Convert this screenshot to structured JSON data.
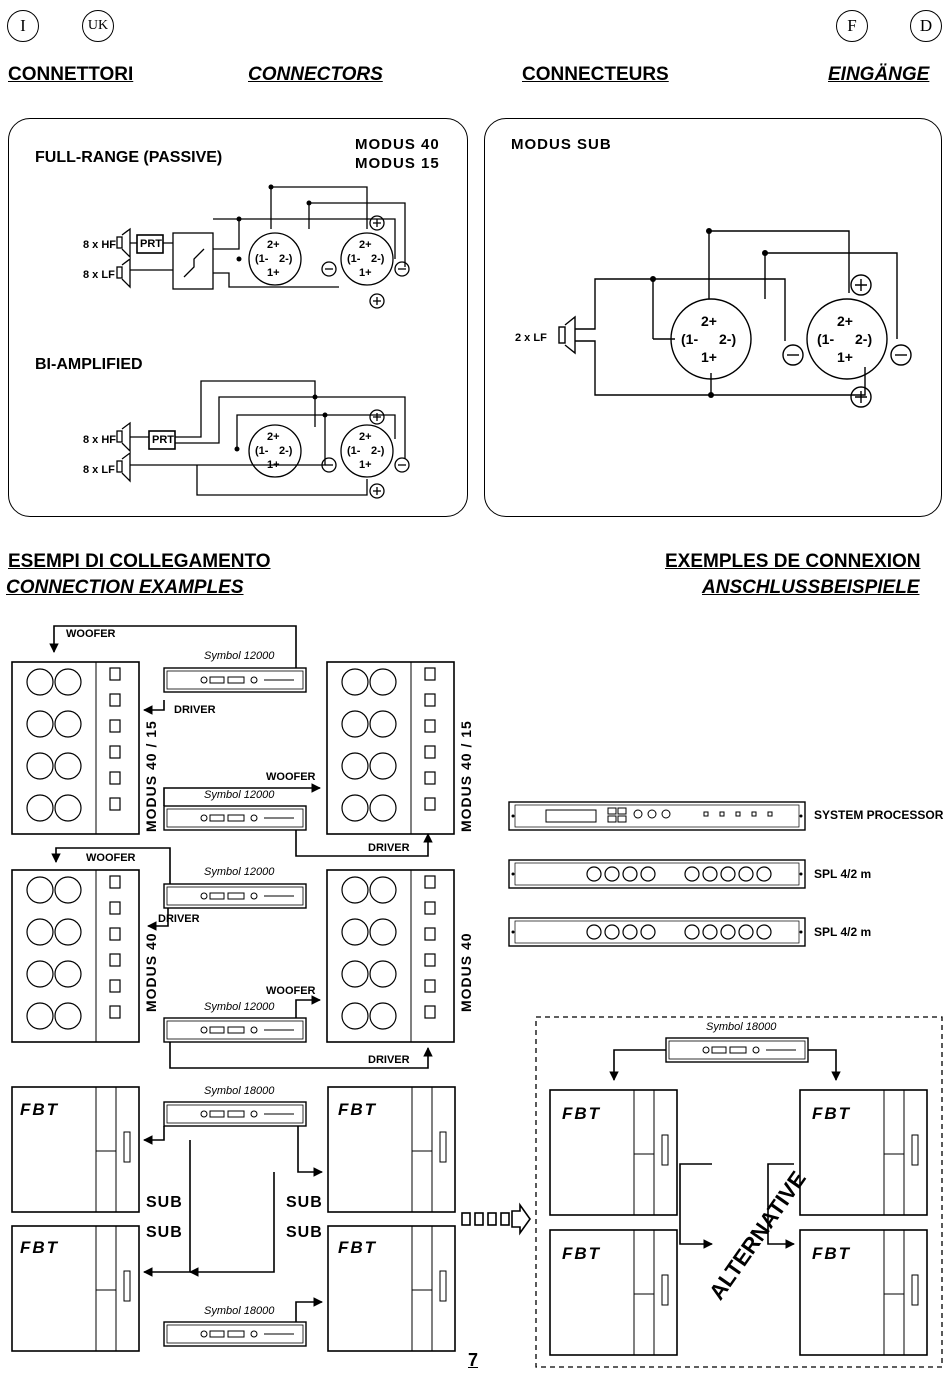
{
  "languages": {
    "italian": "I",
    "english": "UK",
    "french": "F",
    "german": "D"
  },
  "connectors_headers": {
    "it": "CONNETTORI",
    "en": "CONNECTORS",
    "fr": "CONNECTEURS",
    "de": "EINGÄNGE"
  },
  "left_panel": {
    "fullrange_title": "FULL-RANGE (PASSIVE)",
    "model_1": "MODUS 40",
    "model_2": "MODUS 15",
    "biamp_title": "BI-AMPLIFIED",
    "hf_label": "8 x HF",
    "lf_label": "8 x LF",
    "prt": "PRT"
  },
  "right_panel": {
    "title": "MODUS SUB",
    "lf_label": "2 x LF"
  },
  "connector": {
    "pin_2p": "2+",
    "pin_1m": "(1-",
    "pin_2m": "2-)",
    "pin_1p": "1+",
    "plus": "+",
    "minus": "−"
  },
  "examples_headers": {
    "it": "ESEMPI DI COLLEGAMENTO",
    "en": "CONNECTION EXAMPLES",
    "fr": "EXEMPLES DE CONNEXION",
    "de": "ANSCHLUSSBEISPIELE"
  },
  "diagram_labels": {
    "woofer": "WOOFER",
    "driver": "DRIVER",
    "modus_40_15": "MODUS 40 / 15",
    "modus_40": "MODUS 40",
    "sub": "SUB",
    "system_processor": "SYSTEM PROCESSOR",
    "spl": "SPL 4/2 m",
    "alternative": "ALTERNATIVE",
    "amp_12000": "Symbol 12000",
    "amp_18000": "Symbol 18000",
    "brand": "FBT"
  },
  "page_number": "7"
}
